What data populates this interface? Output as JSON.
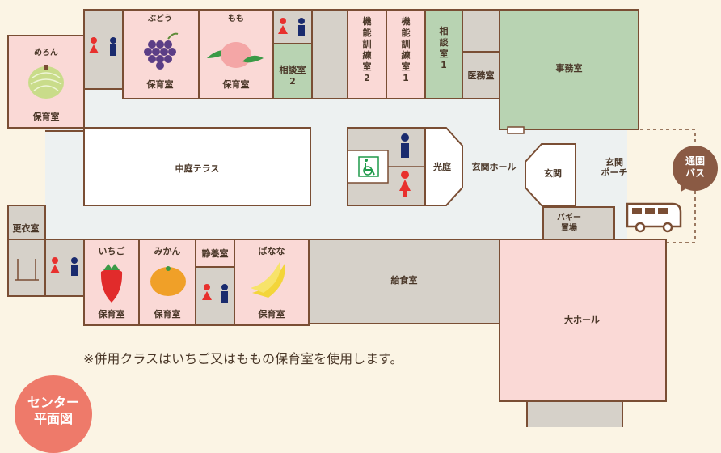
{
  "map": {
    "rooms": {
      "melon": {
        "fruit": "めろん",
        "name": "保育室"
      },
      "grape": {
        "fruit": "ぶどう",
        "name": "保育室"
      },
      "peach": {
        "fruit": "もも",
        "name": "保育室"
      },
      "strawberry": {
        "fruit": "いちご",
        "name": "保育室"
      },
      "mikan": {
        "fruit": "みかん",
        "name": "保育室"
      },
      "banana": {
        "fruit": "ばなな",
        "name": "保育室"
      },
      "consult2": {
        "l1": "相談室",
        "l2": "2"
      },
      "training2": {
        "chars": [
          "機",
          "能",
          "訓",
          "練",
          "室",
          "2"
        ]
      },
      "training1": {
        "chars": [
          "機",
          "能",
          "訓",
          "練",
          "室",
          "1"
        ]
      },
      "consult1": {
        "chars": [
          "相",
          "談",
          "室",
          "1"
        ]
      },
      "medical": "医務室",
      "office": "事務室",
      "courtyard_terrace": "中庭テラス",
      "light_court": "光庭",
      "entrance_hall": "玄関ホール",
      "entrance": "玄関",
      "porch": {
        "l1": "玄関",
        "l2": "ポーチ"
      },
      "buggy": {
        "l1": "バギー",
        "l2": "置場"
      },
      "locker": "更衣室",
      "rest": "静養室",
      "kitchen": "給食室",
      "big_hall": "大ホール"
    },
    "note": "※併用クラスはいちご又はももの保育室を使用します。",
    "center_badge": {
      "l1": "センター",
      "l2": "平面図"
    },
    "bus_badge": {
      "l1": "通園",
      "l2": "バス"
    },
    "colors": {
      "wall": "#7a4e34",
      "floor": "#fbf4e4",
      "corridor": "#edf1f1",
      "nursery": "#fad9d6",
      "service": "#d6d1c9",
      "office": "#b8d3b2",
      "badge_red": "#ee7a6a",
      "badge_brown": "#8a5a44",
      "male": "#1a2b6e",
      "female": "#e8302d",
      "accessible": "#1f9a4a"
    }
  }
}
